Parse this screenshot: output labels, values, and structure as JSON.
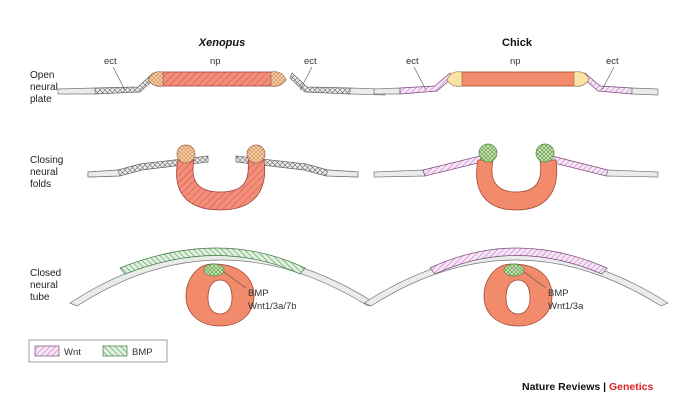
{
  "columns": {
    "left": "Xenopus",
    "right": "Chick"
  },
  "rows": {
    "open": [
      "Open",
      "neural",
      "plate"
    ],
    "closing": [
      "Closing",
      "neural",
      "folds"
    ],
    "closed": [
      "Closed",
      "neural",
      "tube"
    ]
  },
  "labels": {
    "ect": "ect",
    "np": "np",
    "bmp": "BMP",
    "wnt_xenopus": "Wnt1/3a/7b",
    "wnt_chick": "Wnt1/3a"
  },
  "legend": {
    "wnt": "Wnt",
    "bmp": "BMP"
  },
  "credit": {
    "journal": "Nature Reviews",
    "separator": " | ",
    "section": "Genetics"
  },
  "colors": {
    "neural_plate": "#f0866a",
    "ectoderm": "#e8ebe8",
    "border": "#f8cfa0",
    "border_chick": "#fbe4a8",
    "wnt_hatch": "#c987c9",
    "bmp_hatch": "#5aa05a",
    "xenopus_hatch": "#d05050",
    "credit_red": "#e02020"
  }
}
